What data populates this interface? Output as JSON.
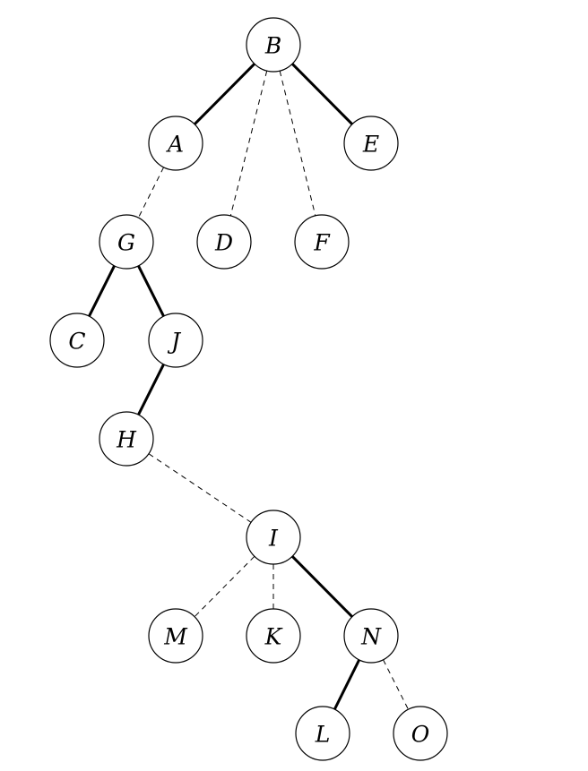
{
  "diagram": {
    "nodes": [
      {
        "id": "B",
        "label": "B"
      },
      {
        "id": "A",
        "label": "A"
      },
      {
        "id": "E",
        "label": "E"
      },
      {
        "id": "G",
        "label": "G"
      },
      {
        "id": "D",
        "label": "D"
      },
      {
        "id": "F",
        "label": "F"
      },
      {
        "id": "C",
        "label": "C"
      },
      {
        "id": "J",
        "label": "J"
      },
      {
        "id": "H",
        "label": "H"
      },
      {
        "id": "I",
        "label": "I"
      },
      {
        "id": "M",
        "label": "M"
      },
      {
        "id": "K",
        "label": "K"
      },
      {
        "id": "N",
        "label": "N"
      },
      {
        "id": "L",
        "label": "L"
      },
      {
        "id": "O",
        "label": "O"
      }
    ],
    "edges": [
      {
        "from": "B",
        "to": "A",
        "style": "solid"
      },
      {
        "from": "B",
        "to": "E",
        "style": "solid"
      },
      {
        "from": "B",
        "to": "D",
        "style": "dashed"
      },
      {
        "from": "B",
        "to": "F",
        "style": "dashed"
      },
      {
        "from": "A",
        "to": "G",
        "style": "dashed"
      },
      {
        "from": "G",
        "to": "C",
        "style": "solid"
      },
      {
        "from": "G",
        "to": "J",
        "style": "solid"
      },
      {
        "from": "J",
        "to": "H",
        "style": "solid"
      },
      {
        "from": "H",
        "to": "I",
        "style": "dashed"
      },
      {
        "from": "I",
        "to": "M",
        "style": "dashed"
      },
      {
        "from": "I",
        "to": "K",
        "style": "dashed"
      },
      {
        "from": "I",
        "to": "N",
        "style": "solid"
      },
      {
        "from": "N",
        "to": "L",
        "style": "solid"
      },
      {
        "from": "N",
        "to": "O",
        "style": "dashed"
      }
    ]
  }
}
